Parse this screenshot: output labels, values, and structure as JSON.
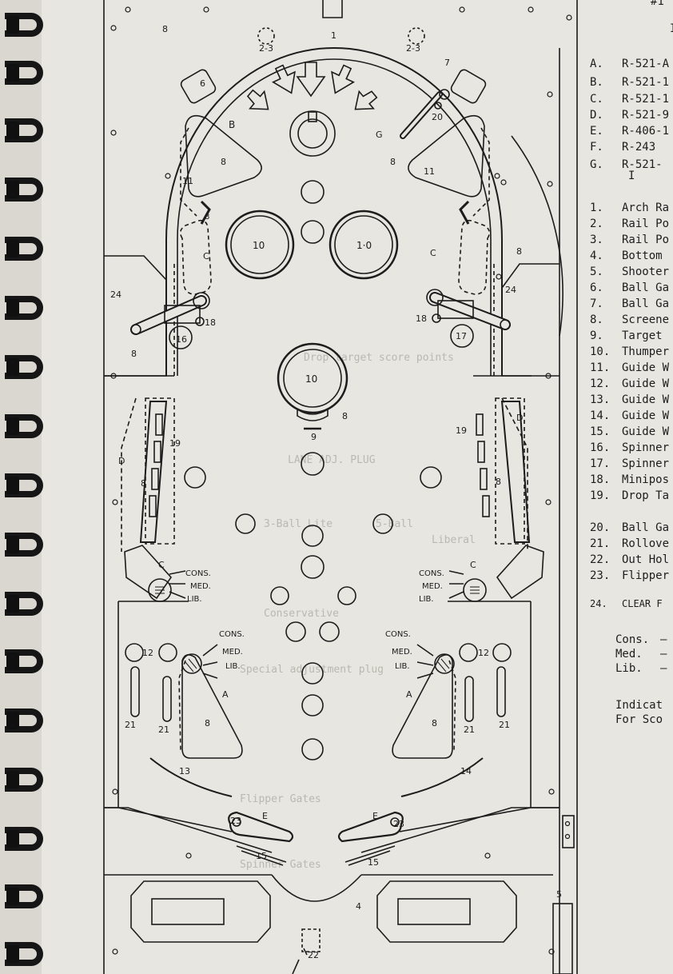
{
  "header": {
    "top_fragment": "#1",
    "title_fragment": "FEATURE OPERATION",
    "right_fragment": "I"
  },
  "parts_letters": [
    {
      "key": "A.",
      "value": "R-521-A"
    },
    {
      "key": "B.",
      "value": "R-521-1"
    },
    {
      "key": "C.",
      "value": "R-521-1"
    },
    {
      "key": "D.",
      "value": "R-521-9"
    },
    {
      "key": "E.",
      "value": "R-406-1"
    },
    {
      "key": "F.",
      "value": "R-243"
    },
    {
      "key": "G.",
      "value": "R-521-"
    }
  ],
  "parts_letters_extra": "I",
  "parts_numbers": [
    {
      "key": "1.",
      "value": "Arch Ra"
    },
    {
      "key": "2.",
      "value": "Rail Po"
    },
    {
      "key": "3.",
      "value": "Rail Po"
    },
    {
      "key": "4.",
      "value": "Bottom"
    },
    {
      "key": "5.",
      "value": "Shooter"
    },
    {
      "key": "6.",
      "value": "Ball Ga"
    },
    {
      "key": "7.",
      "value": "Ball Ga"
    },
    {
      "key": "8.",
      "value": "Screene"
    },
    {
      "key": "9.",
      "value": "Target"
    },
    {
      "key": "10.",
      "value": "Thumper"
    },
    {
      "key": "11.",
      "value": "Guide W"
    },
    {
      "key": "12.",
      "value": "Guide W"
    },
    {
      "key": "13.",
      "value": "Guide W"
    },
    {
      "key": "14.",
      "value": "Guide W"
    },
    {
      "key": "15.",
      "value": "Guide W"
    },
    {
      "key": "16.",
      "value": "Spinner"
    },
    {
      "key": "17.",
      "value": "Spinner"
    },
    {
      "key": "18.",
      "value": "Minipos"
    },
    {
      "key": "19.",
      "value": "Drop Ta"
    },
    {
      "key": "20.",
      "value": "Ball Ga"
    },
    {
      "key": "21.",
      "value": "Rollove"
    },
    {
      "key": "22.",
      "value": "Out Hol"
    },
    {
      "key": "23.",
      "value": "Flipper"
    },
    {
      "key": "24.",
      "value": "CLEAR F"
    }
  ],
  "settings_key": [
    {
      "key": "Cons.",
      "value": "—"
    },
    {
      "key": "Med.",
      "value": "—"
    },
    {
      "key": "Lib.",
      "value": "—"
    }
  ],
  "indicator_note": [
    "Indicat",
    "For Sco"
  ],
  "diagram_labels": {
    "arch_rail": "1",
    "rail_post": "2-3",
    "ball_gate_left": "6",
    "ball_gate_right": "7",
    "screened": "8",
    "thumper": "10",
    "thumper_alt": "1·0",
    "target": "9",
    "guide_11": "11",
    "guide_12": "12",
    "guide_13": "13",
    "guide_14": "14",
    "guide_15": "15",
    "spinner_left": "16",
    "spinner_right": "17",
    "minipost": "18",
    "drop_target": "19",
    "ball_gate_20": "20",
    "rollover": "21",
    "out_hole": "22",
    "flipper": "23",
    "clear": "24",
    "bottom": "4",
    "shooter": "5",
    "letter_A": "A",
    "letter_B": "B",
    "letter_C": "C",
    "letter_D": "D",
    "letter_E": "E",
    "letter_G": "G",
    "cons": "CONS.",
    "med": "MED.",
    "lib": "LIB."
  },
  "bleed_through": [
    "LANE ADJ. PLUG",
    "3-Ball Lite",
    "5-Ball",
    "Liberal",
    "Conservative",
    "Special adjustment plug",
    "Flipper Gates",
    "Spinner Gates",
    "Drop target score points"
  ]
}
